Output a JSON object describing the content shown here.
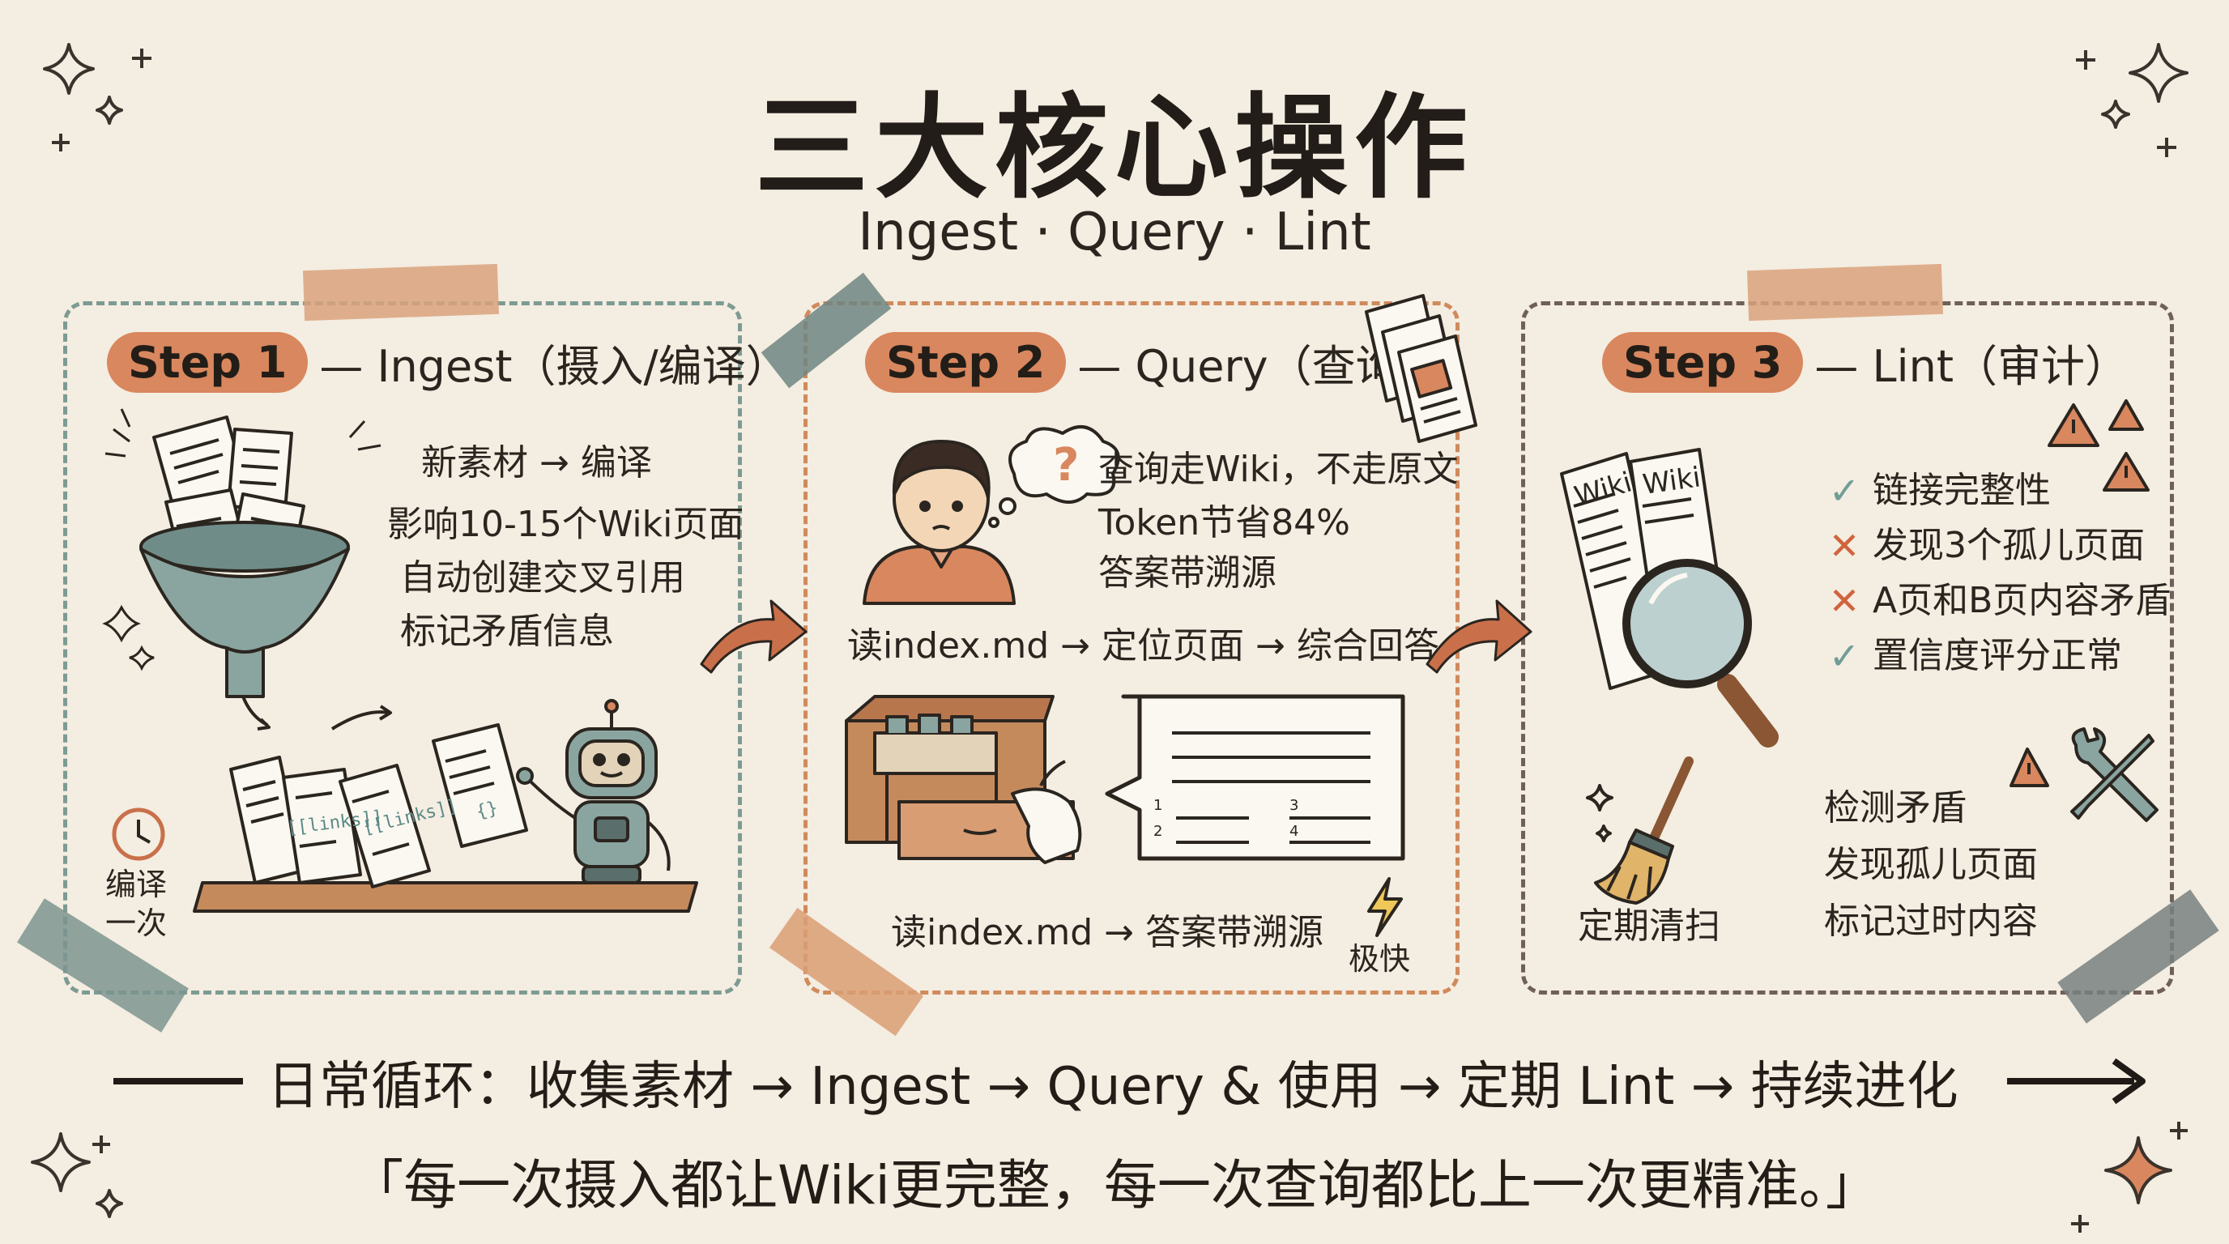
{
  "title": "三大核心操作",
  "subtitle": "Ingest · Query · Lint",
  "steps": [
    {
      "pill": "Step 1",
      "title": "— Ingest（摄入/编译）",
      "lines": [
        "新素材 → 编译",
        "影响10-15个Wiki页面",
        "自动创建交叉引用",
        "标记矛盾信息"
      ],
      "doc_labels": [
        "[[links]]",
        "[[links]]",
        "{}"
      ],
      "clock_label_1": "编译",
      "clock_label_2": "一次"
    },
    {
      "pill": "Step 2",
      "title": "— Query（查询）",
      "lines": [
        "查询走Wiki，不走原文",
        "Token节省84%",
        "答案带溯源"
      ],
      "flow": "读index.md → 定位页面 → 综合回答",
      "bottom": "读index.md → 答案带溯源",
      "fast": "极快",
      "bubble_nums": [
        "1",
        "2",
        "3",
        "4"
      ],
      "question_mark": "?"
    },
    {
      "pill": "Step 3",
      "title": "— Lint（审计）",
      "doc_labels": [
        "Wiki",
        "Wiki"
      ],
      "checks": [
        {
          "mark": "✓",
          "status": "ok",
          "text": "链接完整性"
        },
        {
          "mark": "✕",
          "status": "bad",
          "text": "发现3个孤儿页面"
        },
        {
          "mark": "✕",
          "status": "bad",
          "text": "A页和B页内容矛盾"
        },
        {
          "mark": "✓",
          "status": "ok",
          "text": "置信度评分正常"
        }
      ],
      "broom_label": "定期清扫",
      "tasks": [
        "检测矛盾",
        "发现孤儿页面",
        "标记过时内容"
      ]
    }
  ],
  "loop": "日常循环：收集素材 → Ingest → Query & 使用 → 定期 Lint → 持续进化",
  "quote": "「每一次摄入都让Wiki更完整，每一次查询都比上一次更精准。」",
  "colors": {
    "background": "#f4ede1",
    "pill": "#d9875e",
    "panel1_border": "#7d9b93",
    "panel2_border": "#d08a5c",
    "panel3_border": "#6f6058",
    "ok": "#6f9d97",
    "bad": "#d0643d",
    "arrow": "#c9704a"
  },
  "icons": [
    "sparkle-icon",
    "funnel-icon",
    "robot-icon",
    "clock-icon",
    "person-icon",
    "file-cabinet-icon",
    "speech-bubble-icon",
    "lightning-icon",
    "magnifier-icon",
    "broom-icon",
    "warning-icon",
    "wrench-screwdriver-icon",
    "check-icon",
    "cross-icon"
  ]
}
